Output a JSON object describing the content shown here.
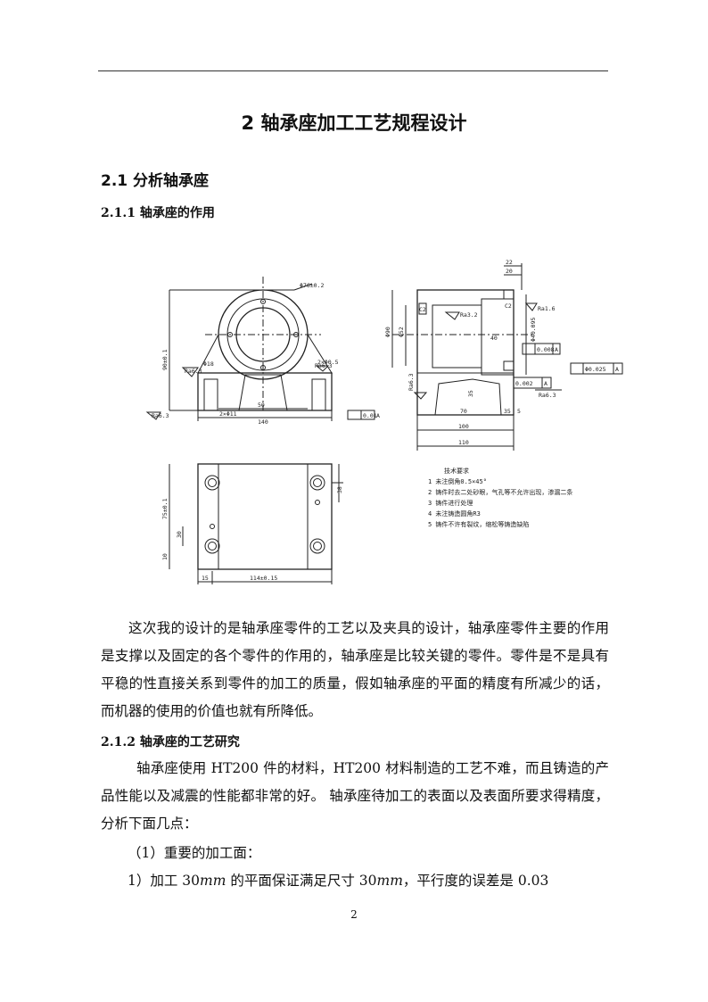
{
  "chapter_title": "2  轴承座加工工艺规程设计",
  "section_title": "2.1 分析轴承座",
  "subsection1_title": "2.1.1 轴承座的作用",
  "drawing": {
    "front": {
      "d1": "Φ76±0.2",
      "d2": "Φ18",
      "d3": "Ra6.3",
      "d4": "Ra6.3",
      "d5": "2×Φ0.5",
      "d6": "90±0.1",
      "d7": "2×Φ11",
      "d8": "50",
      "d9": "140",
      "d10": "0.01",
      "d11": "A",
      "d12": "Ra6.3"
    },
    "side": {
      "d1": "22",
      "d2": "20",
      "d3": "Ra3.2",
      "d4": "Ra1.6",
      "d5": "C2",
      "d6": "C2",
      "d7": "Φ90",
      "d8": "Φ52",
      "d9": "Φ40.095",
      "d10": "40",
      "d11": "0.008",
      "d12": "A",
      "d13": "Φ0.025",
      "d14": "A",
      "d15": "0.002",
      "d16": "A",
      "d17": "Ra6.3",
      "d18": "Ra6.3",
      "d19": "35",
      "d20": "70",
      "d21": "35",
      "d22": "5",
      "d23": "100",
      "d24": "110"
    },
    "top": {
      "d1": "75±0.1",
      "d2": "30",
      "d3": "10",
      "d4": "38",
      "d5": "15",
      "d6": "114±0.15"
    },
    "notes": {
      "title": "技术要求",
      "n1": "1 未注倒角0.5×45°",
      "n2": "2 铸件时去二处砂眼，气孔等不允许出现，渗漏二条",
      "n3": "3 铸件进行处理",
      "n4": "4 未注铸造圆角R3",
      "n5": "5 铸件不许有裂纹，缩松等铸造缺陷"
    }
  },
  "para1": "这次我的设计的是轴承座零件的工艺以及夹具的设计，轴承座零件主要的作用是支撑以及固定的各个零件的作用的，轴承座是比较关键的零件。零件是不是具有平稳的性直接关系到零件的加工的质量，假如轴承座的平面的精度有所减少的话，而机器的使用的价值也就有所降低。",
  "subsection2_title": "2.1.2 轴承座的工艺研究",
  "para2": "轴承座使用 HT200 件的材料，HT200 材料制造的工艺不难，而且铸造的产品性能以及减震的性能都非常的好。 轴承座待加工的表面以及表面所要求得精度，分析下面几点：",
  "item1": "（1）重要的加工面：",
  "item2_parts": [
    "1）加工 30",
    "mm",
    " 的平面保证满足尺寸 30",
    "mm",
    "，平行度的误差是 0.03"
  ],
  "page_number": "2"
}
